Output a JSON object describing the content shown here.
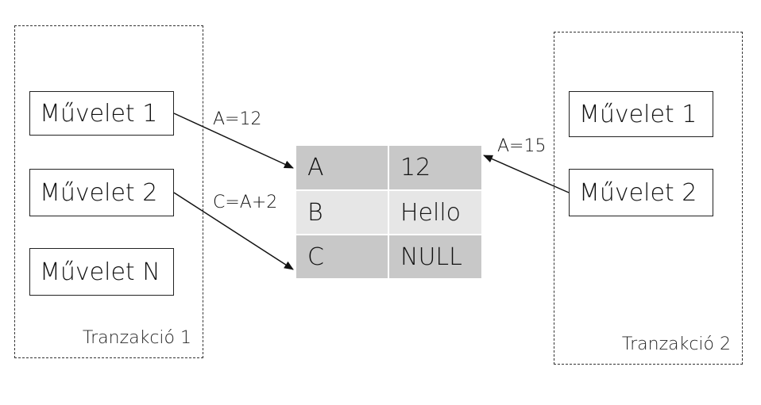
{
  "transactions": [
    {
      "label": "Tranzakció 1",
      "operations": [
        "Művelet 1",
        "Művelet 2",
        "Művelet N"
      ]
    },
    {
      "label": "Tranzakció 2",
      "operations": [
        "Művelet 1",
        "Művelet 2"
      ]
    }
  ],
  "table": {
    "rows": [
      {
        "key": "A",
        "value": "12"
      },
      {
        "key": "B",
        "value": "Hello"
      },
      {
        "key": "C",
        "value": "NULL"
      }
    ]
  },
  "edges": [
    {
      "from": "Tranzakció 1 / Művelet 1",
      "to": "A",
      "label": "A=12"
    },
    {
      "from": "Tranzakció 1 / Művelet 2",
      "to": "C",
      "label": "C=A+2"
    },
    {
      "from": "Tranzakció 2 / Művelet 2",
      "to": "A",
      "label": "A=15"
    }
  ],
  "colors": {
    "row_dark": "#c8c8c8",
    "row_light": "#e6e6e6",
    "stroke": "#222222"
  }
}
